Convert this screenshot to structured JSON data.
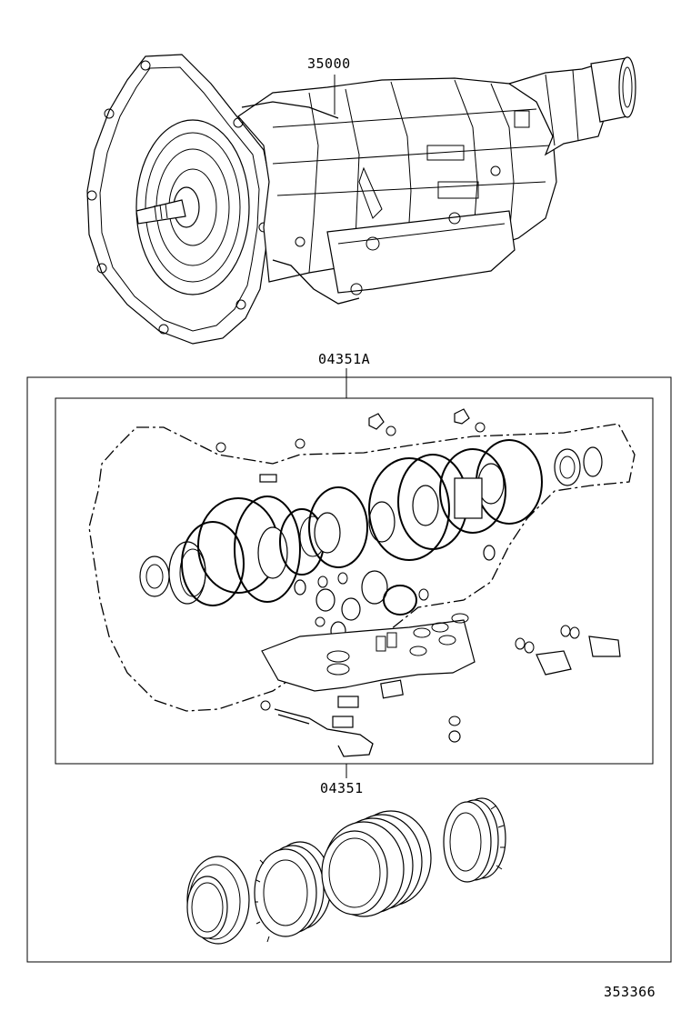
{
  "labels": {
    "transmission_assembly": "35000",
    "overhaul_kit_outer": "04351A",
    "gasket_kit_inner": "04351",
    "illustration_number": "353366"
  }
}
